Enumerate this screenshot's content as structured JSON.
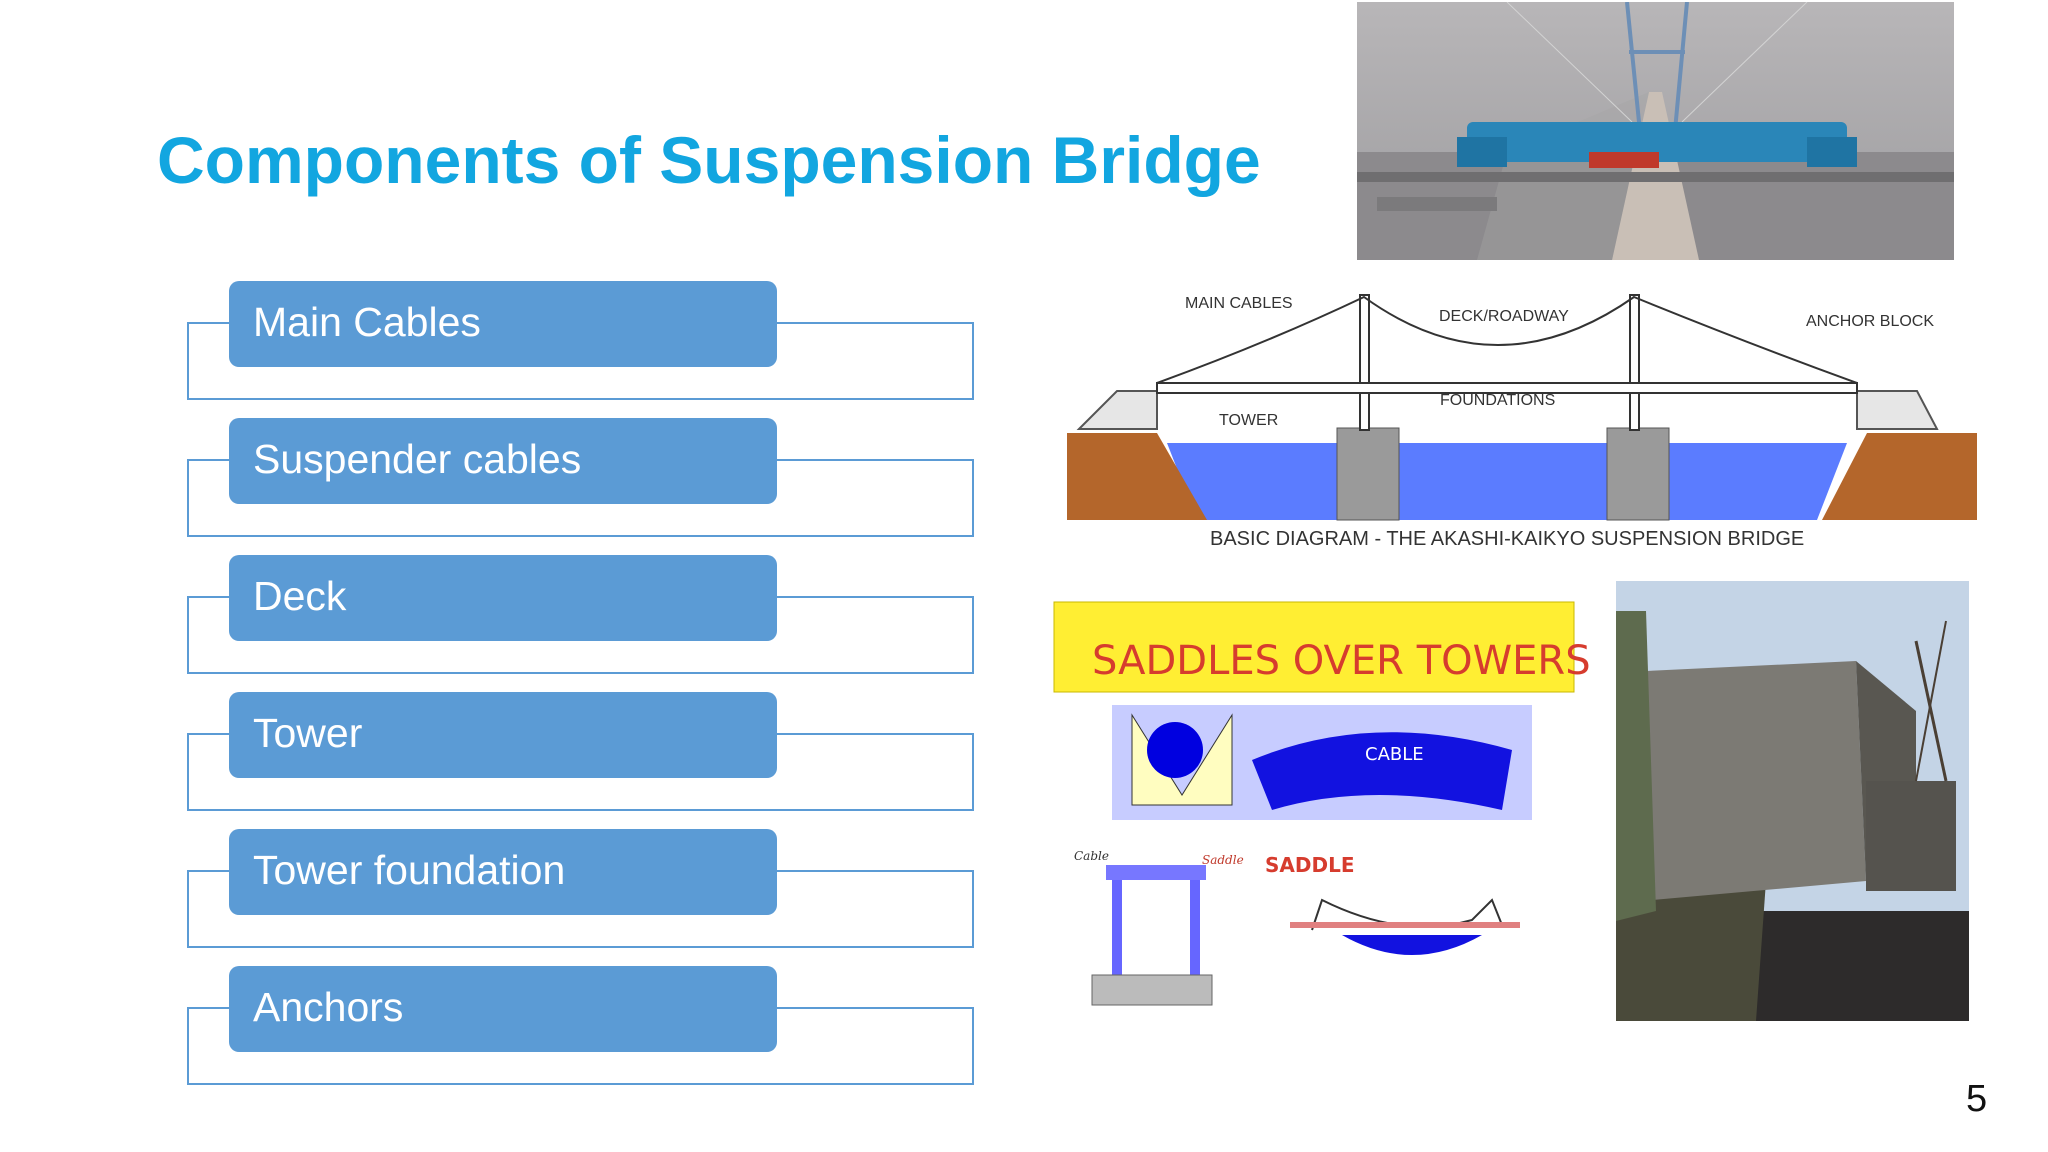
{
  "slide": {
    "title": "Components of Suspension Bridge",
    "page_number": "5"
  },
  "components": [
    {
      "label": "Main Cables"
    },
    {
      "label": "Suspender cables"
    },
    {
      "label": "Deck"
    },
    {
      "label": "Tower"
    },
    {
      "label": "Tower foundation"
    },
    {
      "label": "Anchors"
    }
  ],
  "diagram": {
    "label_main_cables": "MAIN CABLES",
    "label_deck": "DECK/ROADWAY",
    "label_anchor": "ANCHOR BLOCK",
    "label_tower": "TOWER",
    "label_foundations": "FOUNDATIONS",
    "caption": "BASIC DIAGRAM - THE AKASHI-KAIKYO SUSPENSION BRIDGE"
  },
  "saddles": {
    "banner": "SADDLES OVER TOWERS",
    "cable_label": "CABLE",
    "saddle_label": "SADDLE",
    "small_cable": "Cable",
    "small_saddle": "Saddle"
  }
}
